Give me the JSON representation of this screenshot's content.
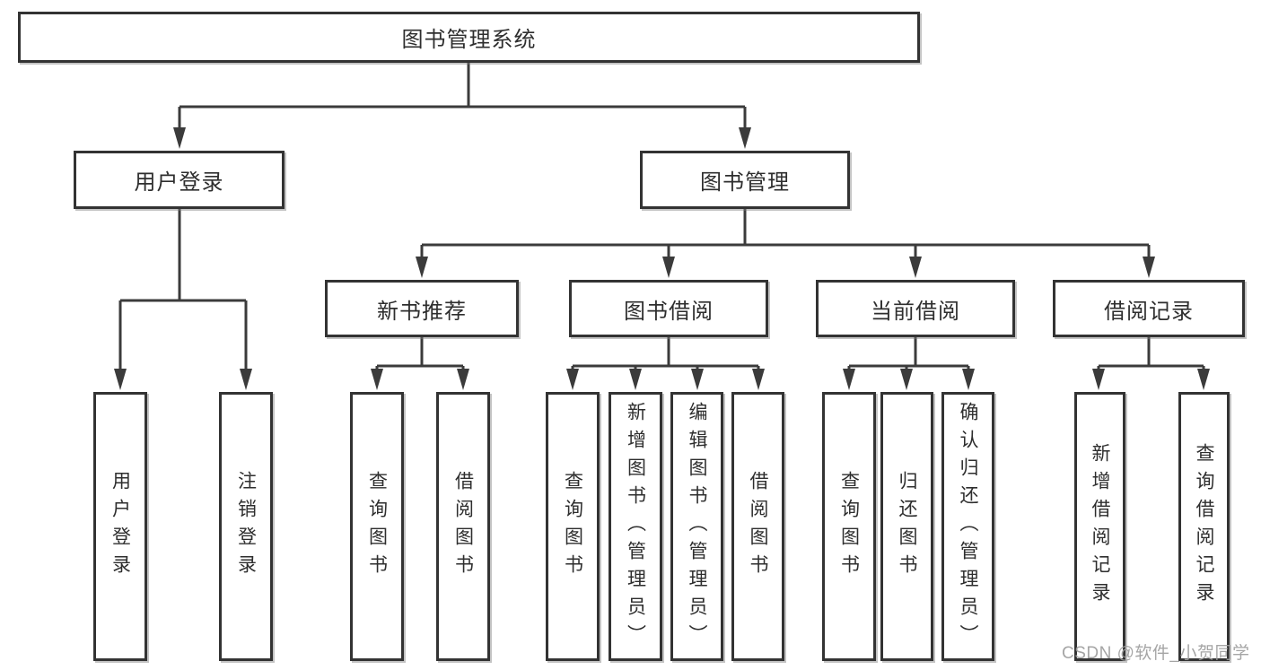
{
  "diagram": {
    "colors": {
      "line": "#3b3b3b",
      "box_border": "#333333",
      "text": "#2e2e2e",
      "background": "#ffffff",
      "watermark_text": "#9e9e9e"
    },
    "tree": {
      "label": "图书管理系统",
      "children": [
        {
          "label": "用户登录",
          "children": [
            {
              "label": "用户登录"
            },
            {
              "label": "注销登录"
            }
          ]
        },
        {
          "label": "图书管理",
          "children": [
            {
              "label": "新书推荐",
              "children": [
                {
                  "label": "查询图书"
                },
                {
                  "label": "借阅图书"
                }
              ]
            },
            {
              "label": "图书借阅",
              "children": [
                {
                  "label": "查询图书"
                },
                {
                  "label": "新增图书（管理员）"
                },
                {
                  "label": "编辑图书（管理员）"
                },
                {
                  "label": "借阅图书"
                }
              ]
            },
            {
              "label": "当前借阅",
              "children": [
                {
                  "label": "查询图书"
                },
                {
                  "label": "归还图书"
                },
                {
                  "label": "确认归还（管理员）"
                }
              ]
            },
            {
              "label": "借阅记录",
              "children": [
                {
                  "label": "新增借阅记录"
                },
                {
                  "label": "查询借阅记录"
                }
              ]
            }
          ]
        }
      ]
    },
    "watermark": {
      "text": "CSDN @软件_小贺同学"
    }
  }
}
